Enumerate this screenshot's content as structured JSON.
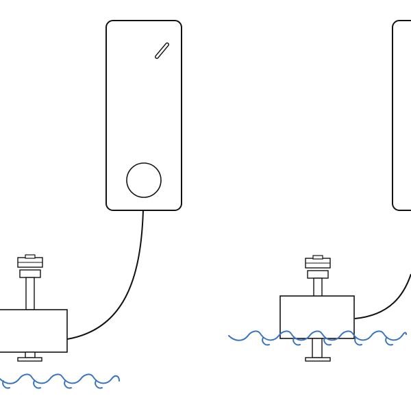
{
  "colors": {
    "background": "#ffffff",
    "line": "#111111",
    "water": "#3a74c0"
  },
  "icons": {
    "device_glare": "glare-slash-icon",
    "device_button": "circle-button-icon",
    "water": "wave-icon"
  },
  "panels": [
    {
      "name": "left-installation",
      "sensor_state": "above-water"
    },
    {
      "name": "right-installation",
      "sensor_state": "partially-submerged"
    }
  ]
}
